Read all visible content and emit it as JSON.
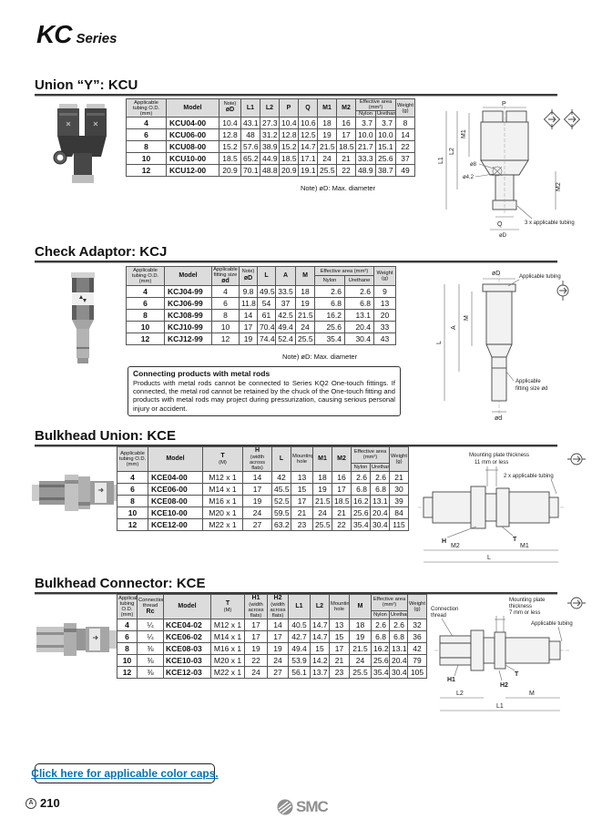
{
  "page": {
    "series_title": "KC",
    "series_word": "Series",
    "link_label": "Click here for applicable color caps.",
    "footer_mark": "A",
    "footer_page": "210",
    "brand": "SMC"
  },
  "notes": {
    "max_diameter_kcu": "Note) øD: Max. diameter",
    "max_diameter_kcj": "Note) øD: Max. diameter"
  },
  "warning": {
    "title": "Connecting products with metal rods",
    "body": "Products with metal rods cannot be connected to Series KQ2 One-touch fittings. If connected, the metal rod cannot be retained by the chuck of the One-touch fitting and products with metal rods may project during pressurization, causing serious personal injury or accident."
  },
  "sections": {
    "kcu": {
      "heading": "Union “Y”: KCU",
      "table": {
        "h_tubing": "Applicable tubing O.D. (mm)",
        "h_model": "Model",
        "h_note": "Note)",
        "h_od": "øD",
        "h_l1": "L1",
        "h_l2": "L2",
        "h_p": "P",
        "h_q": "Q",
        "h_m1": "M1",
        "h_m2": "M2",
        "h_eff": "Effective area (mm²)",
        "h_nylon": "Nylon",
        "h_urethane": "Urethane",
        "h_weight": "Weight (g)",
        "rows": [
          [
            "4",
            "KCU04-00",
            "10.4",
            "43.1",
            "27.3",
            "10.4",
            "10.6",
            "18",
            "16",
            "3.7",
            "3.7",
            "8"
          ],
          [
            "6",
            "KCU06-00",
            "12.8",
            "48",
            "31.2",
            "12.8",
            "12.5",
            "19",
            "17",
            "10.0",
            "10.0",
            "14"
          ],
          [
            "8",
            "KCU08-00",
            "15.2",
            "57.6",
            "38.9",
            "15.2",
            "14.7",
            "21.5",
            "18.5",
            "21.7",
            "15.1",
            "22"
          ],
          [
            "10",
            "KCU10-00",
            "18.5",
            "65.2",
            "44.9",
            "18.5",
            "17.1",
            "24",
            "21",
            "33.3",
            "25.6",
            "37"
          ],
          [
            "12",
            "KCU12-00",
            "20.9",
            "70.1",
            "48.8",
            "20.9",
            "19.1",
            "25.5",
            "22",
            "48.9",
            "38.7",
            "49"
          ]
        ]
      },
      "diagram": {
        "p": "P",
        "m1": "M1",
        "l2": "L2",
        "l1": "L1",
        "o8": "ø8",
        "o42": "ø4.2",
        "m2": "M2",
        "q": "Q",
        "od": "øD",
        "tubing": "3 x applicable tubing"
      }
    },
    "kcj": {
      "heading": "Check Adaptor: KCJ",
      "table": {
        "h_tubing": "Applicable tubing O.D. (mm)",
        "h_model": "Model",
        "h_fitting": "Applicable fitting size",
        "h_fitting_od": "ød",
        "h_note": "Note)",
        "h_od": "øD",
        "h_l": "L",
        "h_a": "A",
        "h_m": "M",
        "h_eff": "Effective area (mm²)",
        "h_nylon": "Nylon",
        "h_urethane": "Urethane",
        "h_weight": "Weight (g)",
        "rows": [
          [
            "4",
            "KCJ04-99",
            "4",
            "9.8",
            "49.5",
            "33.5",
            "18",
            "2.6",
            "2.6",
            "9"
          ],
          [
            "6",
            "KCJ06-99",
            "6",
            "11.8",
            "54",
            "37",
            "19",
            "6.8",
            "6.8",
            "13"
          ],
          [
            "8",
            "KCJ08-99",
            "8",
            "14",
            "61",
            "42.5",
            "21.5",
            "16.2",
            "13.1",
            "20"
          ],
          [
            "10",
            "KCJ10-99",
            "10",
            "17",
            "70.4",
            "49.4",
            "24",
            "25.6",
            "20.4",
            "33"
          ],
          [
            "12",
            "KCJ12-99",
            "12",
            "19",
            "74.4",
            "52.4",
            "25.5",
            "35.4",
            "30.4",
            "43"
          ]
        ]
      },
      "diagram": {
        "od": "øD",
        "tubing": "Applicable tubing",
        "m": "M",
        "a": "A",
        "l": "L",
        "fitting1": "Applicable",
        "fitting2": "fitting size ød",
        "od2": "ød"
      }
    },
    "kce_union": {
      "heading": "Bulkhead Union: KCE",
      "table": {
        "h_tubing": "Applicable tubing O.D. (mm)",
        "h_model": "Model",
        "h_t": "T",
        "h_t_sub": "(M)",
        "h_h": "H",
        "h_h_sub": "(width across flats)",
        "h_l": "L",
        "h_mounting": "Mounting hole",
        "h_m1": "M1",
        "h_m2": "M2",
        "h_eff": "Effective area (mm²)",
        "h_nylon": "Nylon",
        "h_urethane": "Urethane",
        "h_weight": "Weight (g)",
        "rows": [
          [
            "4",
            "KCE04-00",
            "M12 x 1",
            "14",
            "42",
            "13",
            "18",
            "16",
            "2.6",
            "2.6",
            "21"
          ],
          [
            "6",
            "KCE06-00",
            "M14 x 1",
            "17",
            "45.5",
            "15",
            "19",
            "17",
            "6.8",
            "6.8",
            "30"
          ],
          [
            "8",
            "KCE08-00",
            "M16 x 1",
            "19",
            "52.5",
            "17",
            "21.5",
            "18.5",
            "16.2",
            "13.1",
            "39"
          ],
          [
            "10",
            "KCE10-00",
            "M20 x 1",
            "24",
            "59.5",
            "21",
            "24",
            "21",
            "25.6",
            "20.4",
            "84"
          ],
          [
            "12",
            "KCE12-00",
            "M22 x 1",
            "27",
            "63.2",
            "23",
            "25.5",
            "22",
            "35.4",
            "30.4",
            "115"
          ]
        ]
      },
      "diagram": {
        "plate1": "Mounting plate thickness",
        "plate2": "11 mm or less",
        "tubing": "2 x applicable tubing",
        "h": "H",
        "t": "T",
        "m2": "M2",
        "m1": "M1",
        "l": "L"
      }
    },
    "kce_conn": {
      "heading": "Bulkhead Connector: KCE",
      "table": {
        "h_tubing": "Applicable tubing O.D. (mm)",
        "h_conn": "Connection thread",
        "h_conn_sub": "Rc",
        "h_model": "Model",
        "h_t": "T",
        "h_t_sub": "(M)",
        "h_h1": "H1",
        "h_h1_sub": "(width across flats)",
        "h_h2": "H2",
        "h_h2_sub": "(width across flats)",
        "h_l1": "L1",
        "h_l2": "L2",
        "h_mounting": "Mounting hole",
        "h_m": "M",
        "h_eff": "Effective area (mm²)",
        "h_nylon": "Nylon",
        "h_urethane": "Urethane",
        "h_weight": "Weight (g)",
        "rows": [
          [
            "4",
            "¼",
            "KCE04-02",
            "M12 x 1",
            "17",
            "14",
            "40.5",
            "14.7",
            "13",
            "18",
            "2.6",
            "2.6",
            "32"
          ],
          [
            "6",
            "¼",
            "KCE06-02",
            "M14 x 1",
            "17",
            "17",
            "42.7",
            "14.7",
            "15",
            "19",
            "6.8",
            "6.8",
            "36"
          ],
          [
            "8",
            "⅜",
            "KCE08-03",
            "M16 x 1",
            "19",
            "19",
            "49.4",
            "15",
            "17",
            "21.5",
            "16.2",
            "13.1",
            "42"
          ],
          [
            "10",
            "⅜",
            "KCE10-03",
            "M20 x 1",
            "22",
            "24",
            "53.9",
            "14.2",
            "21",
            "24",
            "25.6",
            "20.4",
            "79"
          ],
          [
            "12",
            "⅜",
            "KCE12-03",
            "M22 x 1",
            "24",
            "27",
            "56.1",
            "13.7",
            "23",
            "25.5",
            "35.4",
            "30.4",
            "105"
          ]
        ]
      },
      "diagram": {
        "plate1": "Mounting plate",
        "plate2": "thickness",
        "plate3": "7 mm or less",
        "conn1": "Connection",
        "conn2": "thread",
        "tubing": "Applicable tubing",
        "h1": "H1",
        "t": "T",
        "h2": "H2",
        "l2": "L2",
        "m": "M",
        "l1": "L1"
      }
    }
  }
}
